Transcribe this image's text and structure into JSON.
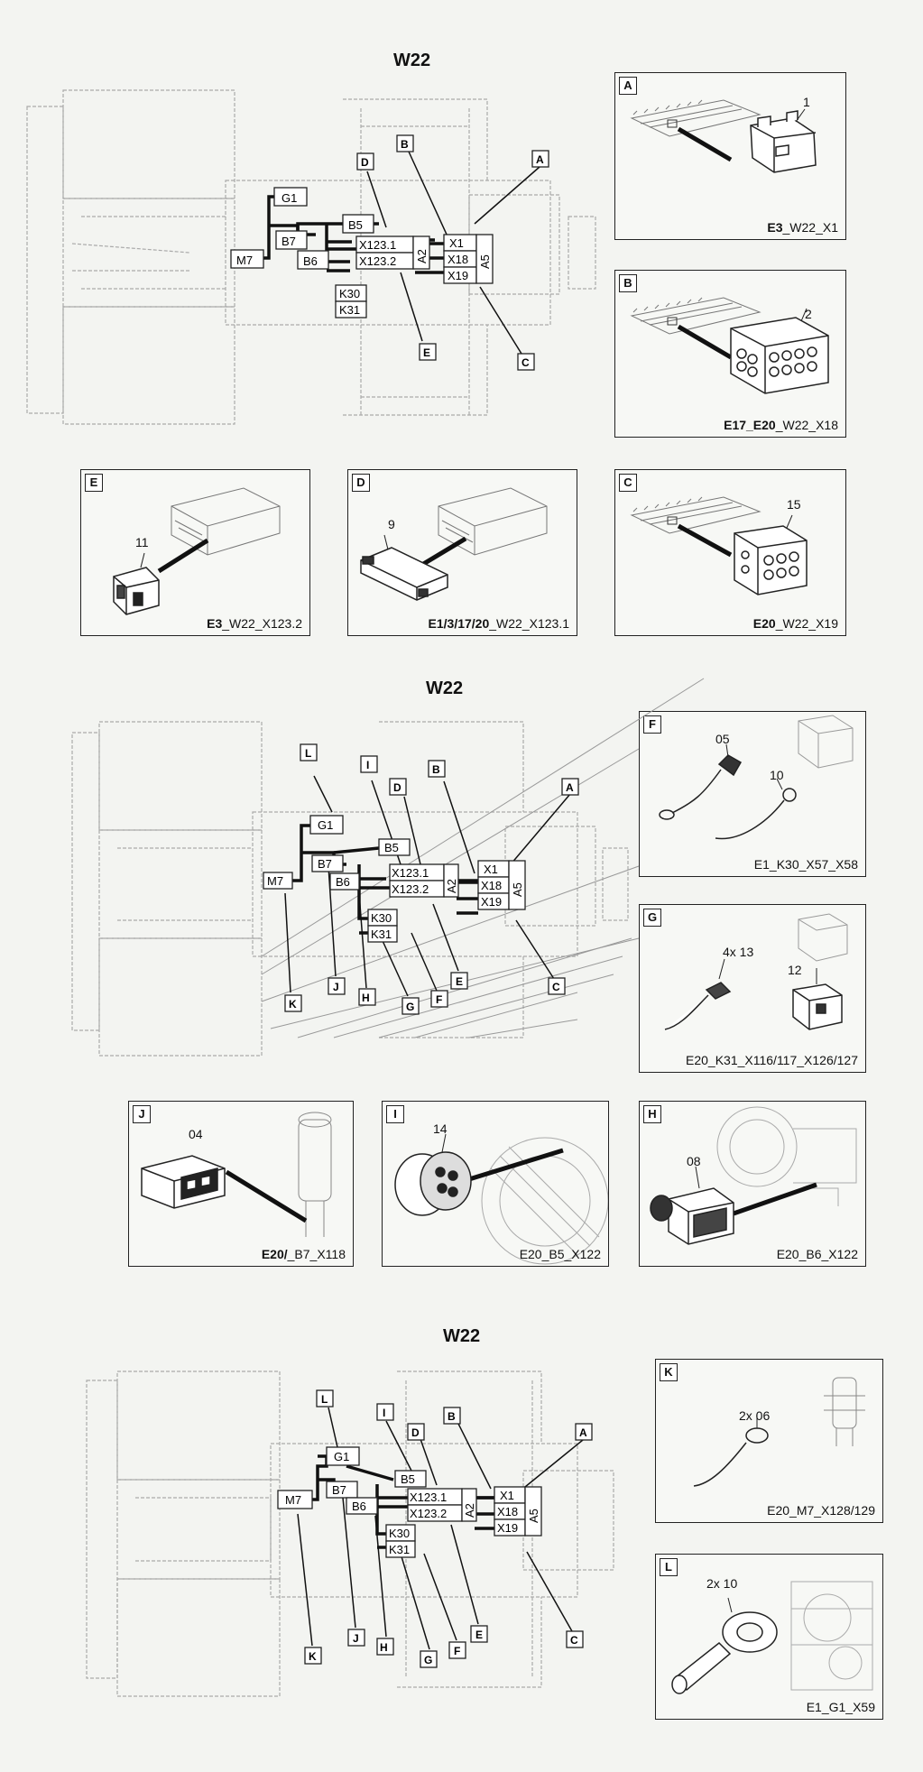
{
  "titles": [
    "W22",
    "W22",
    "W22"
  ],
  "diagram1": {
    "boxes": [
      "G1",
      "B5",
      "B7",
      "B6",
      "M7",
      "X123.1",
      "X123.2",
      "A2",
      "X1",
      "X18",
      "X19",
      "A5",
      "K30",
      "K31"
    ],
    "callouts": [
      "D",
      "B",
      "A",
      "E",
      "C"
    ]
  },
  "diagram2": {
    "boxes": [
      "G1",
      "B5",
      "B7",
      "B6",
      "M7",
      "X123.1",
      "X123.2",
      "A2",
      "X1",
      "X18",
      "X19",
      "A5",
      "K30",
      "K31"
    ],
    "callouts": [
      "L",
      "I",
      "D",
      "B",
      "A",
      "K",
      "J",
      "H",
      "G",
      "F",
      "E",
      "C"
    ]
  },
  "diagram3": {
    "boxes": [
      "G1",
      "B5",
      "B7",
      "B6",
      "M7",
      "X123.1",
      "X123.2",
      "A2",
      "X1",
      "X18",
      "X19",
      "A5",
      "K30",
      "K31"
    ],
    "callouts": [
      "L",
      "I",
      "D",
      "B",
      "A",
      "K",
      "J",
      "H",
      "G",
      "F",
      "E",
      "C"
    ]
  },
  "panels": {
    "A": {
      "tag": "A",
      "num": "1",
      "cap_bold": "E3",
      "cap_rest": "_W22_X1"
    },
    "B": {
      "tag": "B",
      "num": "2",
      "cap_bold": "E17_E20",
      "cap_rest": "_W22_X18"
    },
    "C": {
      "tag": "C",
      "num": "15",
      "cap_bold": "E20",
      "cap_rest": "_W22_X19"
    },
    "D": {
      "tag": "D",
      "num": "9",
      "cap_bold": "E1/3/17/20",
      "cap_rest": "_W22_X123.1"
    },
    "E": {
      "tag": "E",
      "num": "11",
      "cap_bold": "E3",
      "cap_rest": "_W22_X123.2"
    },
    "F": {
      "tag": "F",
      "num1": "05",
      "num2": "10",
      "cap": "E1_K30_X57_X58"
    },
    "G": {
      "tag": "G",
      "num1": "4x 13",
      "num2": "12",
      "cap": "E20_K31_X116/117_X126/127"
    },
    "J": {
      "tag": "J",
      "num": "04",
      "cap_bold": "E20/",
      "cap_rest": "_B7_X118"
    },
    "I": {
      "tag": "I",
      "num": "14",
      "cap": "E20_B5_X122"
    },
    "H": {
      "tag": "H",
      "num": "08",
      "cap": "E20_B6_X122"
    },
    "K": {
      "tag": "K",
      "num": "2x 06",
      "cap": "E20_M7_X128/129"
    },
    "L": {
      "tag": "L",
      "num": "2x 10",
      "cap": "E1_G1_X59"
    }
  }
}
